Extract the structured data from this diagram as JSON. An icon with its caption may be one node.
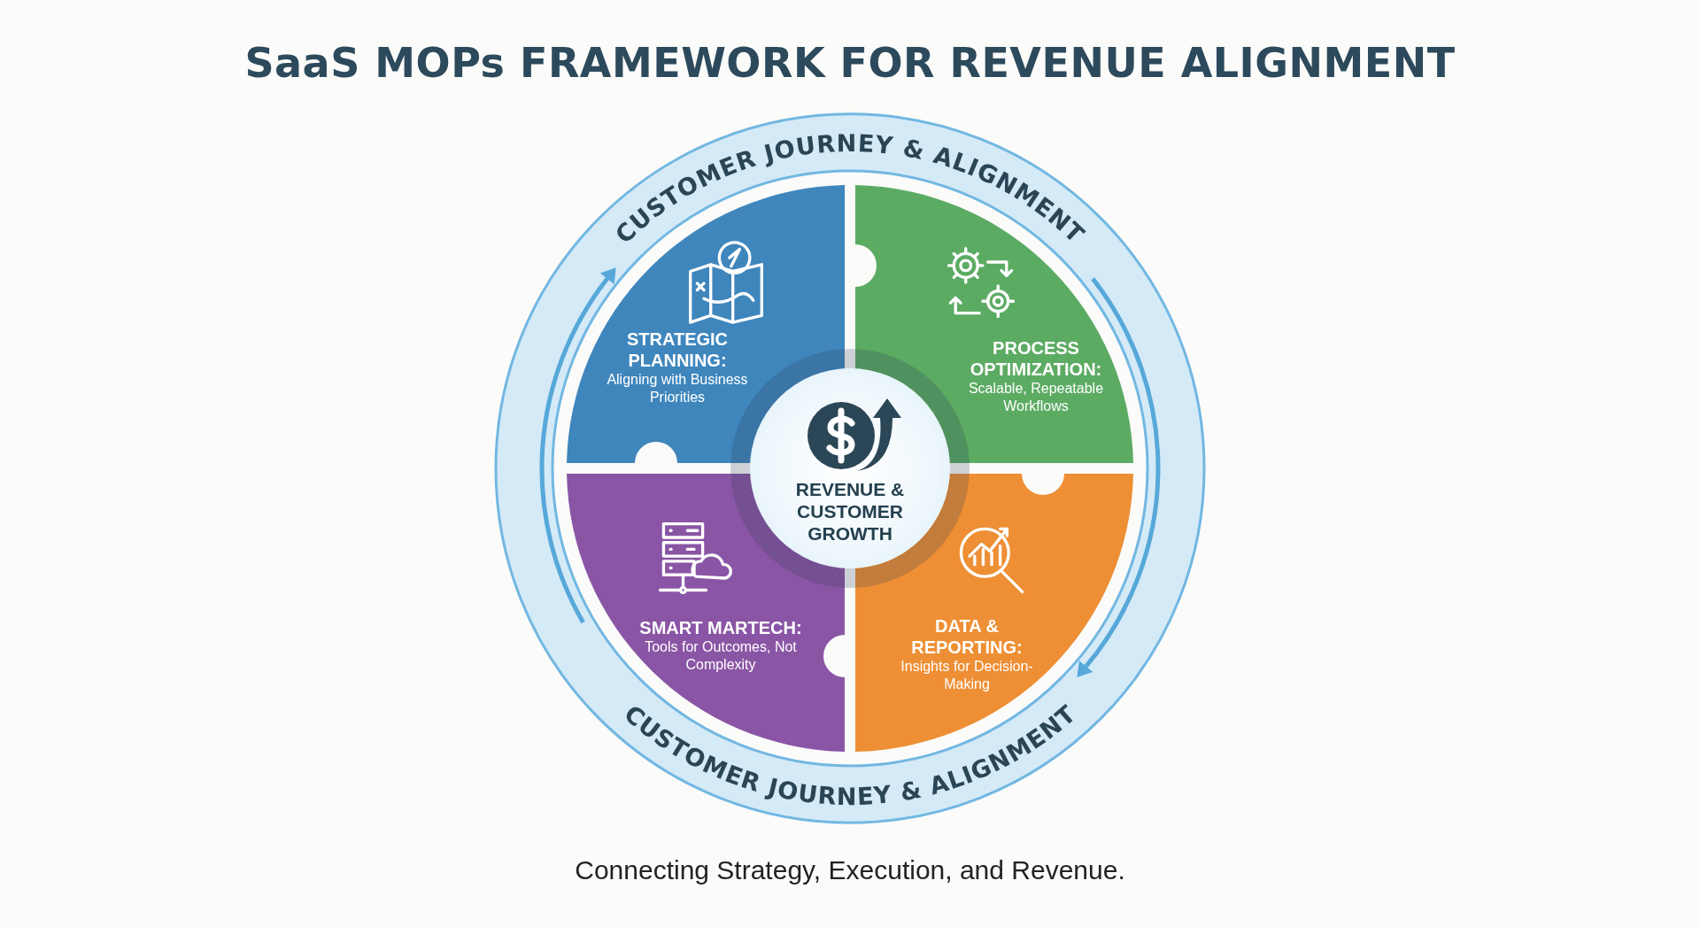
{
  "diagram": {
    "title": "SaaS MOPs FRAMEWORK FOR REVENUE ALIGNMENT",
    "caption": "Connecting Strategy, Execution, and Revenue.",
    "nodes": [
      {
        "text": [
          "CUSTOMER JOURNEY & ALIGNMENT",
          "CUSTOMER JOURNEY & ALIGNMENT"
        ]
      },
      {
        "text": [
          "STRATEGIC PLANNING:",
          "Aligning with Business Priorities"
        ],
        "in": 0
      },
      {
        "text": [
          "PROCESS OPTIMIZATION:",
          "Scalable, Repeatable Workflows"
        ],
        "in": 0
      },
      {
        "text": [
          "SMART MARTECH:",
          "Tools for Outcomes, Not Complexity"
        ],
        "in": 0
      },
      {
        "text": [
          "DATA & REPORTING:",
          "Insights for Decision-Making"
        ],
        "in": 0
      },
      {
        "text": [
          "REVENUE & CUSTOMER GROWTH"
        ],
        "in": 0
      }
    ],
    "edges": []
  }
}
